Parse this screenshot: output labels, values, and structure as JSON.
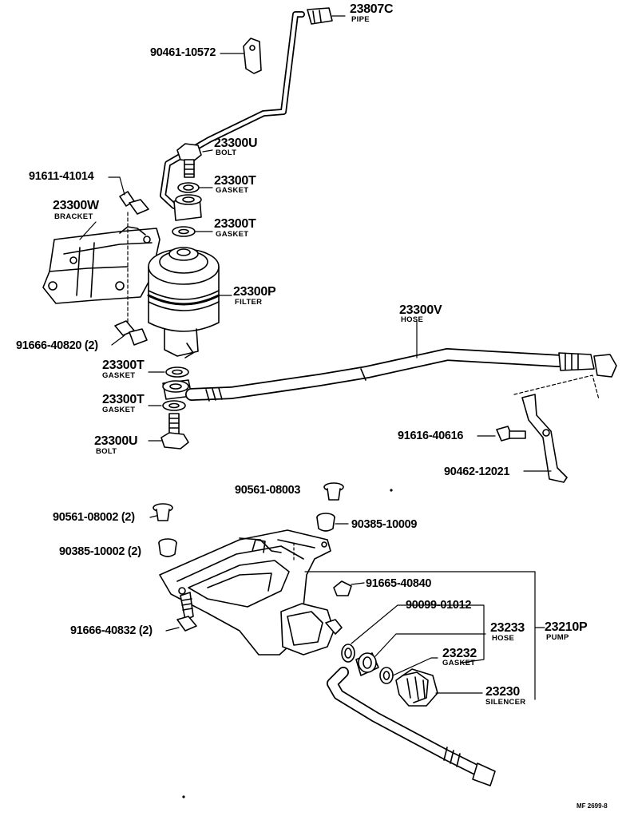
{
  "callouts": {
    "pipe_part": "23807C",
    "pipe_desc": "PIPE",
    "clamp_part": "90461-10572",
    "upper_bolt_part": "23300U",
    "upper_bolt_desc": "BOLT",
    "upper_gasket_part": "23300T",
    "upper_gasket_desc": "GASKET",
    "screw_part": "91611-41014",
    "bracket_part": "23300W",
    "bracket_desc": "BRACKET",
    "mid_gasket_part": "23300T",
    "mid_gasket_desc": "GASKET",
    "filter_part": "23300P",
    "filter_desc": "FILTER",
    "bracket_bolt_part": "91666-40820 (2)",
    "hose_part": "23300V",
    "hose_desc": "HOSE",
    "low_gasket1_part": "23300T",
    "low_gasket1_desc": "GASKET",
    "low_gasket2_part": "23300T",
    "low_gasket2_desc": "GASKET",
    "lower_bolt_part": "23300U",
    "lower_bolt_desc": "BOLT",
    "clip_bolt_part": "91616-40616",
    "clip_part": "90462-12021",
    "bushing_a_part": "90561-08003",
    "bushing_b_part": "90561-08002 (2)",
    "cushion_a_part": "90385-10009",
    "cushion_b_part": "90385-10002 (2)",
    "pump_bolt_a_part": "91665-40840",
    "pump_bolt_b_part": "91666-40832 (2)",
    "pump_ring_part": "90099-01012",
    "pump_hose_part": "23233",
    "pump_hose_desc": "HOSE",
    "pump_part": "23210P",
    "pump_desc": "PUMP",
    "pump_gasket_part": "23232",
    "pump_gasket_desc": "GASKET",
    "silencer_part": "23230",
    "silencer_desc": "SILENCER"
  },
  "footer": {
    "code": "MF 2699-8"
  }
}
